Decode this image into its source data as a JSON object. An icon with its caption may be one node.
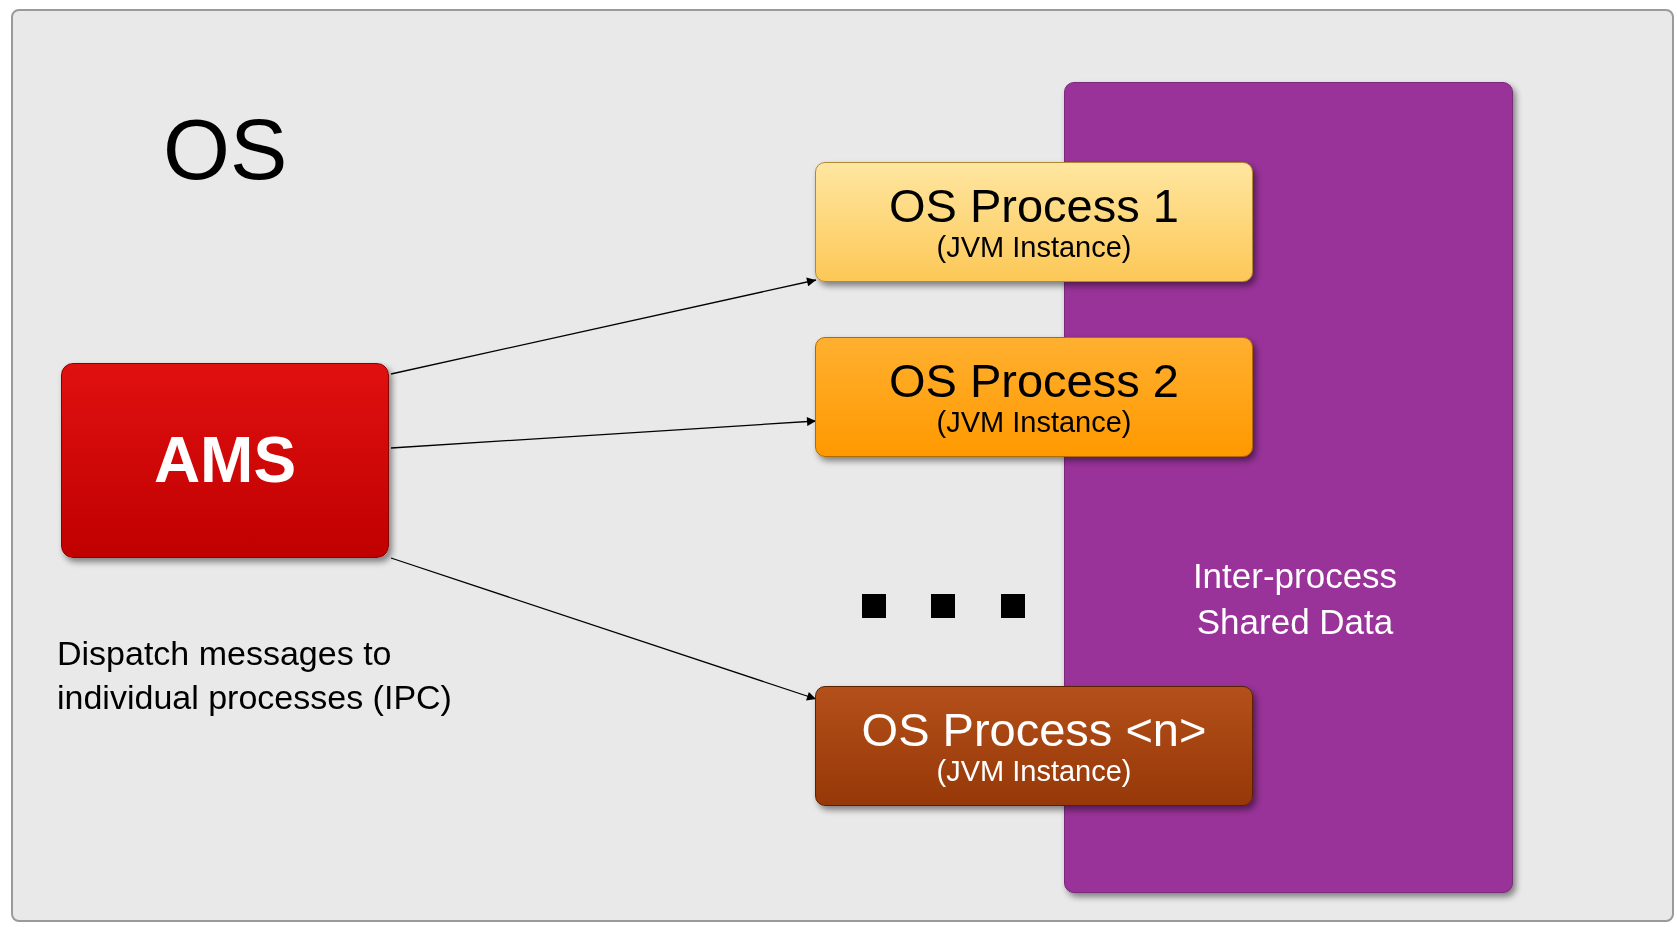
{
  "diagram": {
    "nodes": [
      {
        "text": [
          "OS"
        ]
      },
      {
        "text": [
          "AMS"
        ],
        "in": 0
      },
      {
        "text": [
          "Inter-process Shared Data"
        ],
        "in": 0
      },
      {
        "text": [
          "OS Process 1",
          "(JVM Instance)"
        ],
        "in": 0
      },
      {
        "text": [
          "OS Process 2",
          "(JVM Instance)"
        ],
        "in": 0
      },
      {
        "text": [
          "OS Process <n>",
          "(JVM Instance)"
        ],
        "in": 0
      }
    ],
    "edges": [
      {
        "from": 1,
        "to": 3,
        "arrow": "to"
      },
      {
        "from": 1,
        "to": 4,
        "arrow": "to"
      },
      {
        "from": 1,
        "to": 5,
        "arrow": "to"
      }
    ],
    "labels": [
      "Dispatch messages to individual processes (IPC)"
    ]
  }
}
